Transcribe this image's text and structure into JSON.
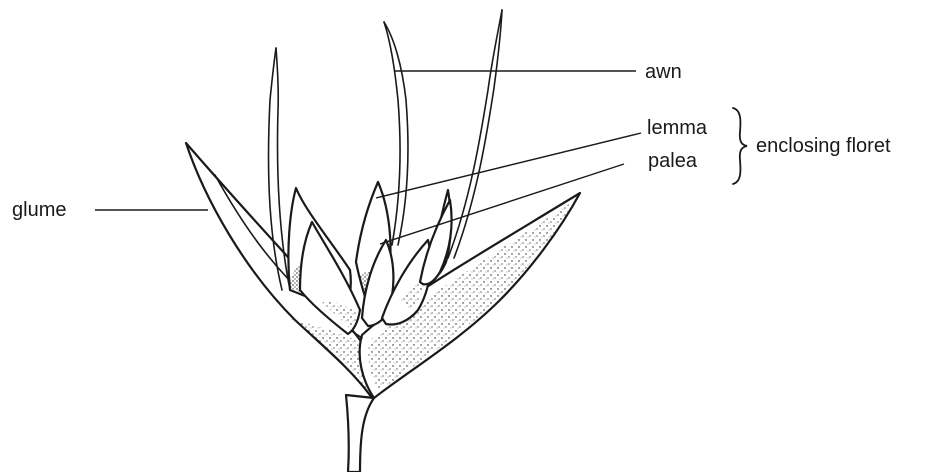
{
  "labels": {
    "awn": "awn",
    "lemma": "lemma",
    "palea": "palea",
    "glume": "glume",
    "enclosing_floret": "enclosing floret"
  },
  "colors": {
    "ink": "#1a1a1a",
    "background": "#ffffff"
  }
}
